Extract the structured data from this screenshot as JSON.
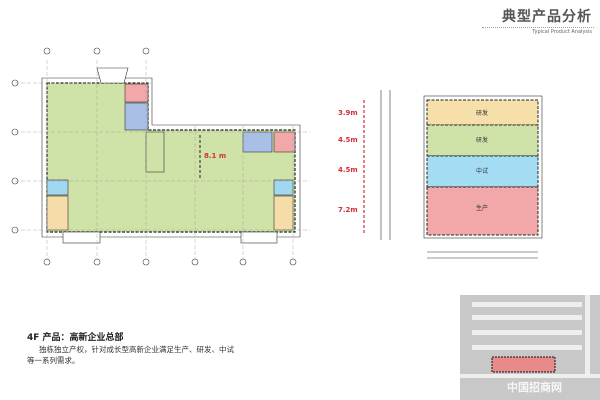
{
  "header": {
    "title": "典型产品分析",
    "subtitle": "Typical Product Analysis"
  },
  "floor_plan": {
    "span_label": "8.1 m"
  },
  "section": {
    "floor_heights": [
      "3.9m",
      "4.5m",
      "4.5m",
      "7.2m"
    ],
    "floor_uses": [
      "研发",
      "研发",
      "中试",
      "生产"
    ]
  },
  "description": {
    "heading": "4F 产品：高新企业总部",
    "line1": "独栋独立产权，针对成长型高新企业满足生产、研发、中试",
    "line2": "等一系列需求。"
  },
  "site_map": {
    "watermark": "中国招商网"
  },
  "colors": {
    "office": "#cfe3a8",
    "stair": "#f2a8a8",
    "toilet": "#a9bfe6",
    "elevator": "#9fd8f0",
    "stairwell": "#f6dca8",
    "accent": "#d0303a"
  }
}
